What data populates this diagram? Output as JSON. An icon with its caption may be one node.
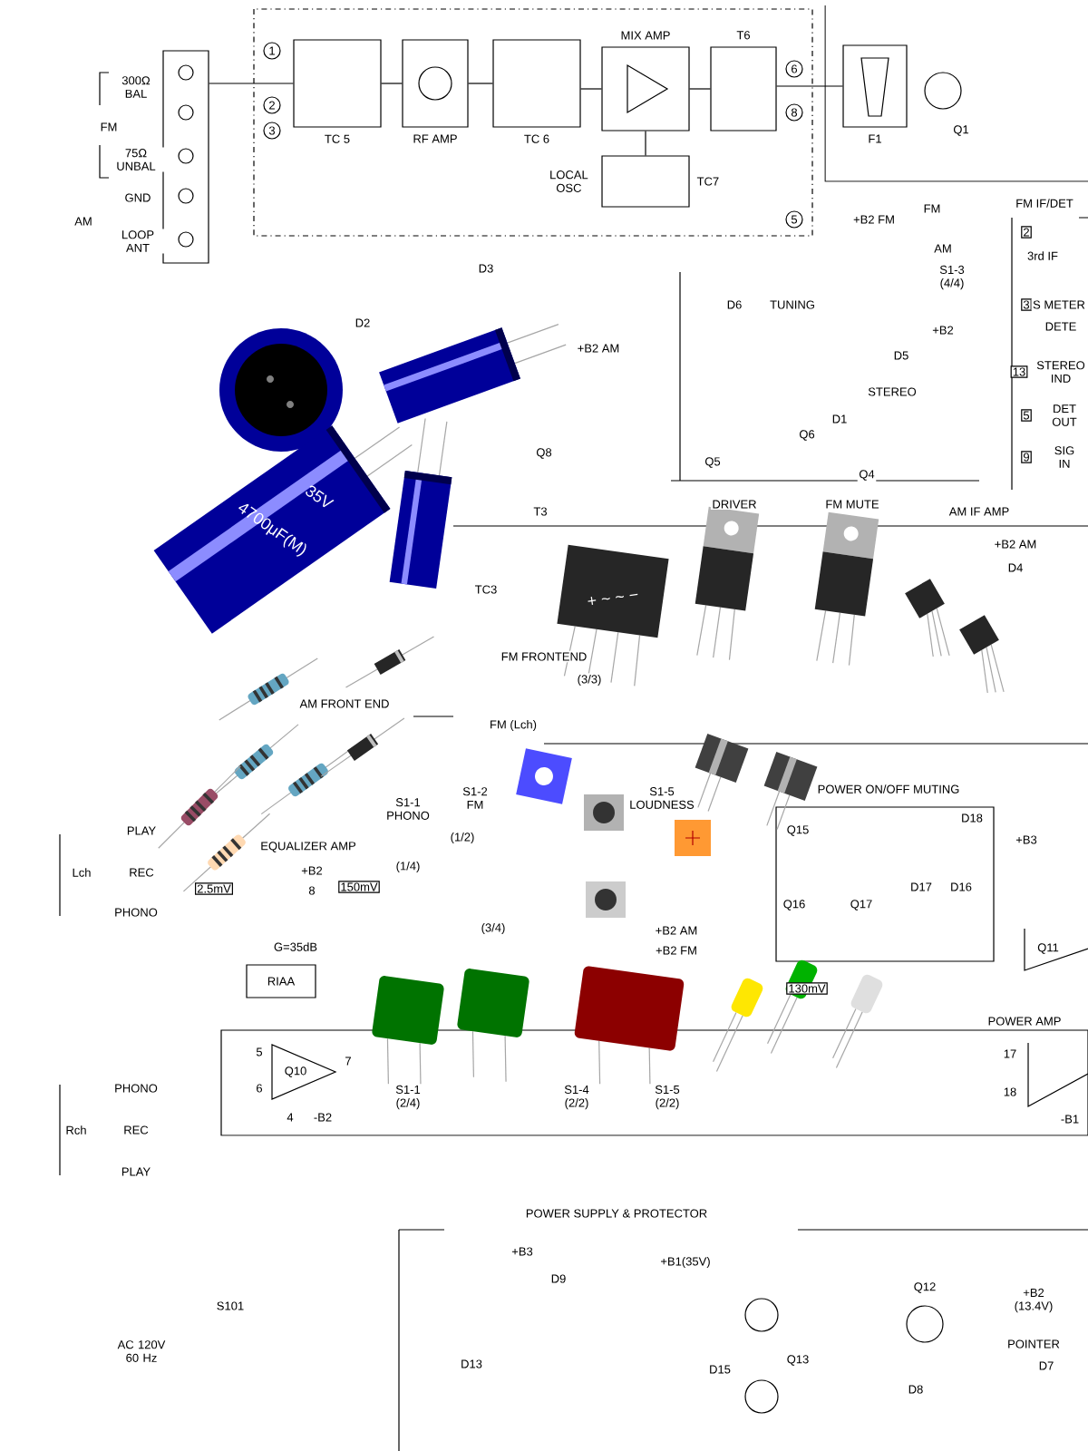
{
  "diagram": {
    "nodes": [
      {
        "text": [],
        "shape": "box"
      },
      {
        "text": [
          "TC 5"
        ]
      },
      {
        "text": [
          "RF AMP"
        ]
      },
      {
        "text": [
          "TC 6"
        ]
      },
      {
        "text": [
          "MIX AMP"
        ]
      },
      {
        "text": [
          "T6"
        ]
      },
      {
        "text": [
          "LOCAL OSC",
          "TC7"
        ]
      },
      {
        "text": [
          "F1"
        ]
      },
      {
        "text": [
          "RIAA"
        ]
      }
    ],
    "edges": [
      {
        "from": 0,
        "to": 1,
        "arrow": "none"
      },
      {
        "from": 1,
        "to": 2,
        "arrow": "none"
      },
      {
        "from": 2,
        "to": 3,
        "arrow": "none"
      },
      {
        "from": 3,
        "to": 4,
        "arrow": "none"
      },
      {
        "from": 4,
        "to": 5,
        "arrow": "none"
      },
      {
        "from": 4,
        "to": 6,
        "arrow": "none"
      },
      {
        "from": 5,
        "to": 7,
        "arrow": "none"
      }
    ],
    "labels": [
      "FM",
      "300Ω BAL",
      "75Ω UNBAL",
      "AM",
      "GND",
      "LOOP ANT",
      "1",
      "2",
      "3",
      "6",
      "8",
      "5",
      "+B2 FM",
      "D3",
      "D2",
      "+B2 AM",
      "Q8",
      "Q1",
      "FM",
      "AM",
      "S1-3 (4/4)",
      "FM IF/DET",
      "2",
      "3rd IF",
      "3",
      "S METER",
      "DETE",
      "D6",
      "TUNING",
      "+B2",
      "D5",
      "STEREO",
      "13",
      "STEREO IND",
      "D1",
      "Q5",
      "Q6",
      "Q4",
      "5",
      "DET OUT",
      "9",
      "SIG IN",
      "DRIVER",
      "FM MUTE",
      "AM IF AMP",
      "+B2 AM",
      "D4",
      "T3",
      "TC3",
      "FM FRONTEND",
      "(3/3)",
      "AM FRONT END",
      "FM (Lch)",
      "S1-1 PHONO",
      "S1-2 FM",
      "(1/2)",
      "Lch",
      "PLAY",
      "REC",
      "PHONO",
      "EQUALIZER AMP",
      "+B2",
      "2.5mV",
      "8",
      "150mV",
      "(1/4)",
      "(3/4)",
      "G=35dB",
      "S1-5 LOUDNESS",
      "+B2 AM",
      "+B2 FM",
      "POWER ON/OFF MUTING",
      "D18",
      "+B3",
      "Q15",
      "Q16",
      "Q17",
      "D17",
      "D16",
      "130mV",
      "Q11",
      "POWER AMP",
      "17",
      "18",
      "-B1",
      "Rch",
      "PHONO",
      "REC",
      "PLAY",
      "5",
      "6",
      "Q10",
      "7",
      "4",
      "-B2",
      "S1-1 (2/4)",
      "S1-4 (2/2)",
      "S1-5 (2/2)",
      "POWER SUPPLY & PROTECTOR",
      "+B3",
      "D9",
      "+B1(35V)",
      "S101",
      "AC 120V 60 Hz",
      "D13",
      "D15",
      "Q13",
      "Q12",
      "+B2 (13.4V)",
      "POINTER",
      "D7",
      "D8",
      "4700μF(M)",
      "35V",
      "+ ~ ~ −"
    ]
  }
}
